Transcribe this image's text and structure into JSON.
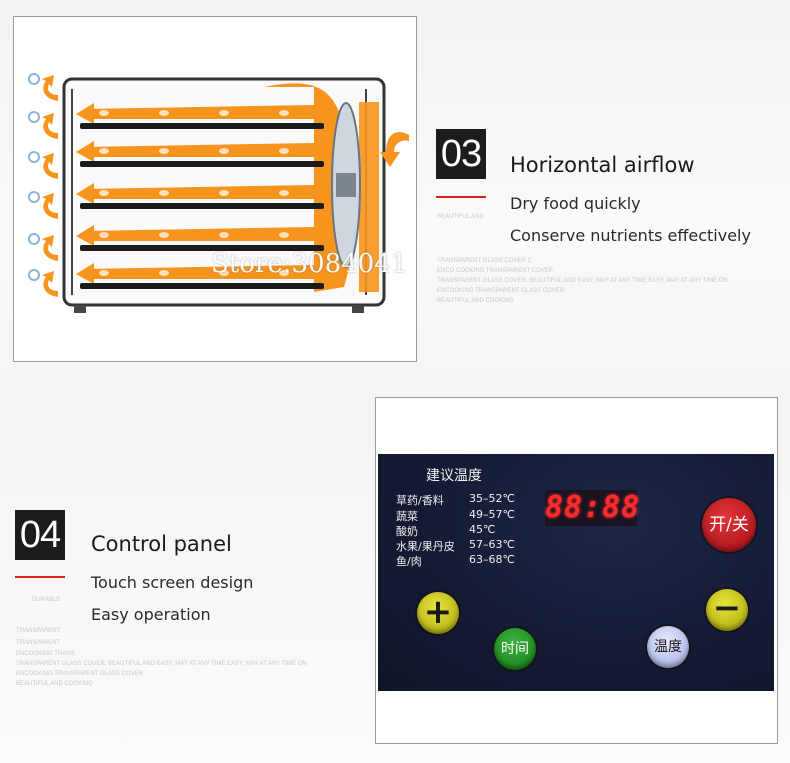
{
  "section_03": {
    "number": "03",
    "title": "Horizontal airflow",
    "features": [
      "Dry food quickly",
      "Conserve nutrients effectively"
    ],
    "ghost_text": [
      "BEAUTIFUL AND",
      "TRANSPARENT GLASS COVER  C",
      "ENCO COOKING TRANSPARENT COVER",
      "TRANSPARENT GLASS COVER, BEAUTIFUL AND EASY, MAY AT ANY TIME EASY, MAY AT ANY TIME ON",
      "ENCOOKING TRANSPARENT GLASS COVER",
      "BEAUTIFUL AND COOKING"
    ],
    "watermark": "Store:3084041"
  },
  "section_04": {
    "number": "04",
    "title": "Control panel",
    "features": [
      "Touch screen design",
      "Easy operation"
    ],
    "ghost_text": [
      "DURABLE",
      "TRANSPARENT",
      "TRANSPARENT",
      "ENCOOKING TRANS",
      "TRANSPARENT GLASS COVER, BEAUTIFUL AND EASY, MAY AT ANY TIME EASY, MAY AT ANY TIME ON",
      "ENCOOKING TRANSPARENT GLASS COVER",
      "BEAUTIFUL AND COOKING"
    ]
  },
  "control_panel": {
    "title": "建议温度",
    "temperatures": [
      {
        "item": "草药/香料",
        "range": "35–52℃"
      },
      {
        "item": "蔬菜",
        "range": "49–57℃"
      },
      {
        "item": "酸奶",
        "range": "45℃"
      },
      {
        "item": "水果/果丹皮",
        "range": "57–63℃"
      },
      {
        "item": "鱼/肉",
        "range": "63–68℃"
      }
    ],
    "display": "88:88",
    "buttons": {
      "power": "开/关",
      "plus": "+",
      "minus": "−",
      "time": "时间",
      "temperature": "温度"
    }
  },
  "colors": {
    "accent_red": "#e0201e",
    "flow_orange": "#f7941d",
    "panel_bg": "#141a33"
  }
}
